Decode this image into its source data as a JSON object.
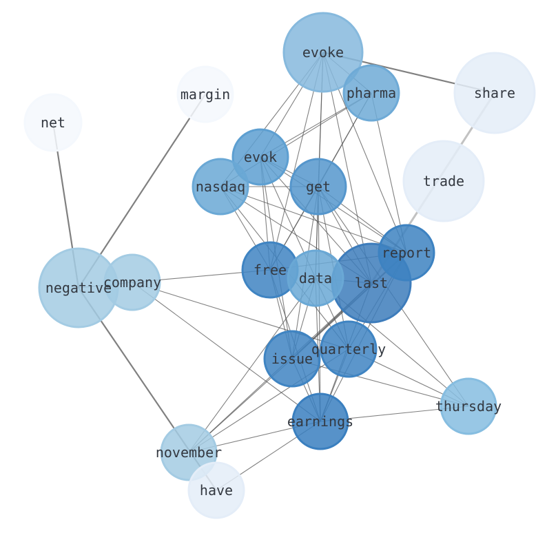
{
  "title": "Word co-occurrence network",
  "nodes": [
    {
      "id": "evoke",
      "color": "#86b9dd"
    },
    {
      "id": "pharma",
      "color": "#6eaad6"
    },
    {
      "id": "share",
      "color": "#e4edf8"
    },
    {
      "id": "margin",
      "color": "#f4f8fd"
    },
    {
      "id": "net",
      "color": "#f4f8fd"
    },
    {
      "id": "evok",
      "color": "#5d9fd1"
    },
    {
      "id": "nasdaq",
      "color": "#6aa8d5"
    },
    {
      "id": "get",
      "color": "#5596cc"
    },
    {
      "id": "trade",
      "color": "#e4edf8"
    },
    {
      "id": "negative",
      "color": "#a3cbe3"
    },
    {
      "id": "company",
      "color": "#a3cbe3"
    },
    {
      "id": "last",
      "color": "#3d7cbb"
    },
    {
      "id": "report",
      "color": "#3d82c1"
    },
    {
      "id": "free",
      "color": "#3f84c2"
    },
    {
      "id": "data",
      "color": "#6aa8d5"
    },
    {
      "id": "quarterly",
      "color": "#3f84c2"
    },
    {
      "id": "issue",
      "color": "#3f84c2"
    },
    {
      "id": "thursday",
      "color": "#86bde0"
    },
    {
      "id": "earnings",
      "color": "#3a7fbf"
    },
    {
      "id": "november",
      "color": "#a3cbe3"
    },
    {
      "id": "have",
      "color": "#e4edf8"
    }
  ],
  "edges": [
    [
      "evoke",
      "share",
      2
    ],
    [
      "evoke",
      "pharma",
      1
    ],
    [
      "evoke",
      "evok",
      1
    ],
    [
      "evoke",
      "nasdaq",
      1
    ],
    [
      "evoke",
      "get",
      1
    ],
    [
      "evoke",
      "free",
      1
    ],
    [
      "evoke",
      "data",
      1
    ],
    [
      "evoke",
      "last",
      1
    ],
    [
      "evoke",
      "report",
      1
    ],
    [
      "net",
      "negative",
      2
    ],
    [
      "margin",
      "negative",
      2
    ],
    [
      "negative",
      "have",
      2
    ],
    [
      "negative",
      "company",
      1
    ],
    [
      "share",
      "last",
      3
    ],
    [
      "pharma",
      "get",
      1.5
    ],
    [
      "pharma",
      "free",
      1
    ],
    [
      "pharma",
      "report",
      1
    ],
    [
      "pharma",
      "evok",
      1
    ],
    [
      "pharma",
      "nasdaq",
      1
    ],
    [
      "evok",
      "get",
      1
    ],
    [
      "evok",
      "report",
      1
    ],
    [
      "evok",
      "free",
      1
    ],
    [
      "evok",
      "issue",
      1
    ],
    [
      "evok",
      "last",
      1
    ],
    [
      "evok",
      "data",
      1
    ],
    [
      "nasdaq",
      "get",
      1
    ],
    [
      "nasdaq",
      "report",
      1
    ],
    [
      "nasdaq",
      "last",
      1
    ],
    [
      "nasdaq",
      "free",
      1
    ],
    [
      "nasdaq",
      "quarterly",
      1
    ],
    [
      "get",
      "free",
      1
    ],
    [
      "get",
      "data",
      1
    ],
    [
      "get",
      "last",
      1
    ],
    [
      "get",
      "report",
      1
    ],
    [
      "get",
      "issue",
      1
    ],
    [
      "get",
      "quarterly",
      1
    ],
    [
      "get",
      "earnings",
      1
    ],
    [
      "get",
      "thursday",
      1
    ],
    [
      "company",
      "free",
      1
    ],
    [
      "company",
      "quarterly",
      1
    ],
    [
      "company",
      "earnings",
      1
    ],
    [
      "free",
      "report",
      1
    ],
    [
      "free",
      "issue",
      1
    ],
    [
      "free",
      "earnings",
      1
    ],
    [
      "data",
      "last",
      1
    ],
    [
      "data",
      "issue",
      1
    ],
    [
      "data",
      "earnings",
      1
    ],
    [
      "data",
      "quarterly",
      1
    ],
    [
      "data",
      "november",
      1
    ],
    [
      "data",
      "thursday",
      1
    ],
    [
      "last",
      "issue",
      1
    ],
    [
      "last",
      "earnings",
      1.5
    ],
    [
      "last",
      "november",
      1
    ],
    [
      "report",
      "earnings",
      1
    ],
    [
      "report",
      "quarterly",
      1
    ],
    [
      "report",
      "issue",
      2
    ],
    [
      "quarterly",
      "earnings",
      1
    ],
    [
      "quarterly",
      "november",
      1
    ],
    [
      "quarterly",
      "thursday",
      1
    ],
    [
      "issue",
      "thursday",
      1
    ],
    [
      "issue",
      "earnings",
      1
    ],
    [
      "issue",
      "november",
      1
    ],
    [
      "earnings",
      "thursday",
      1
    ],
    [
      "earnings",
      "november",
      1
    ],
    [
      "earnings",
      "have",
      1
    ]
  ]
}
